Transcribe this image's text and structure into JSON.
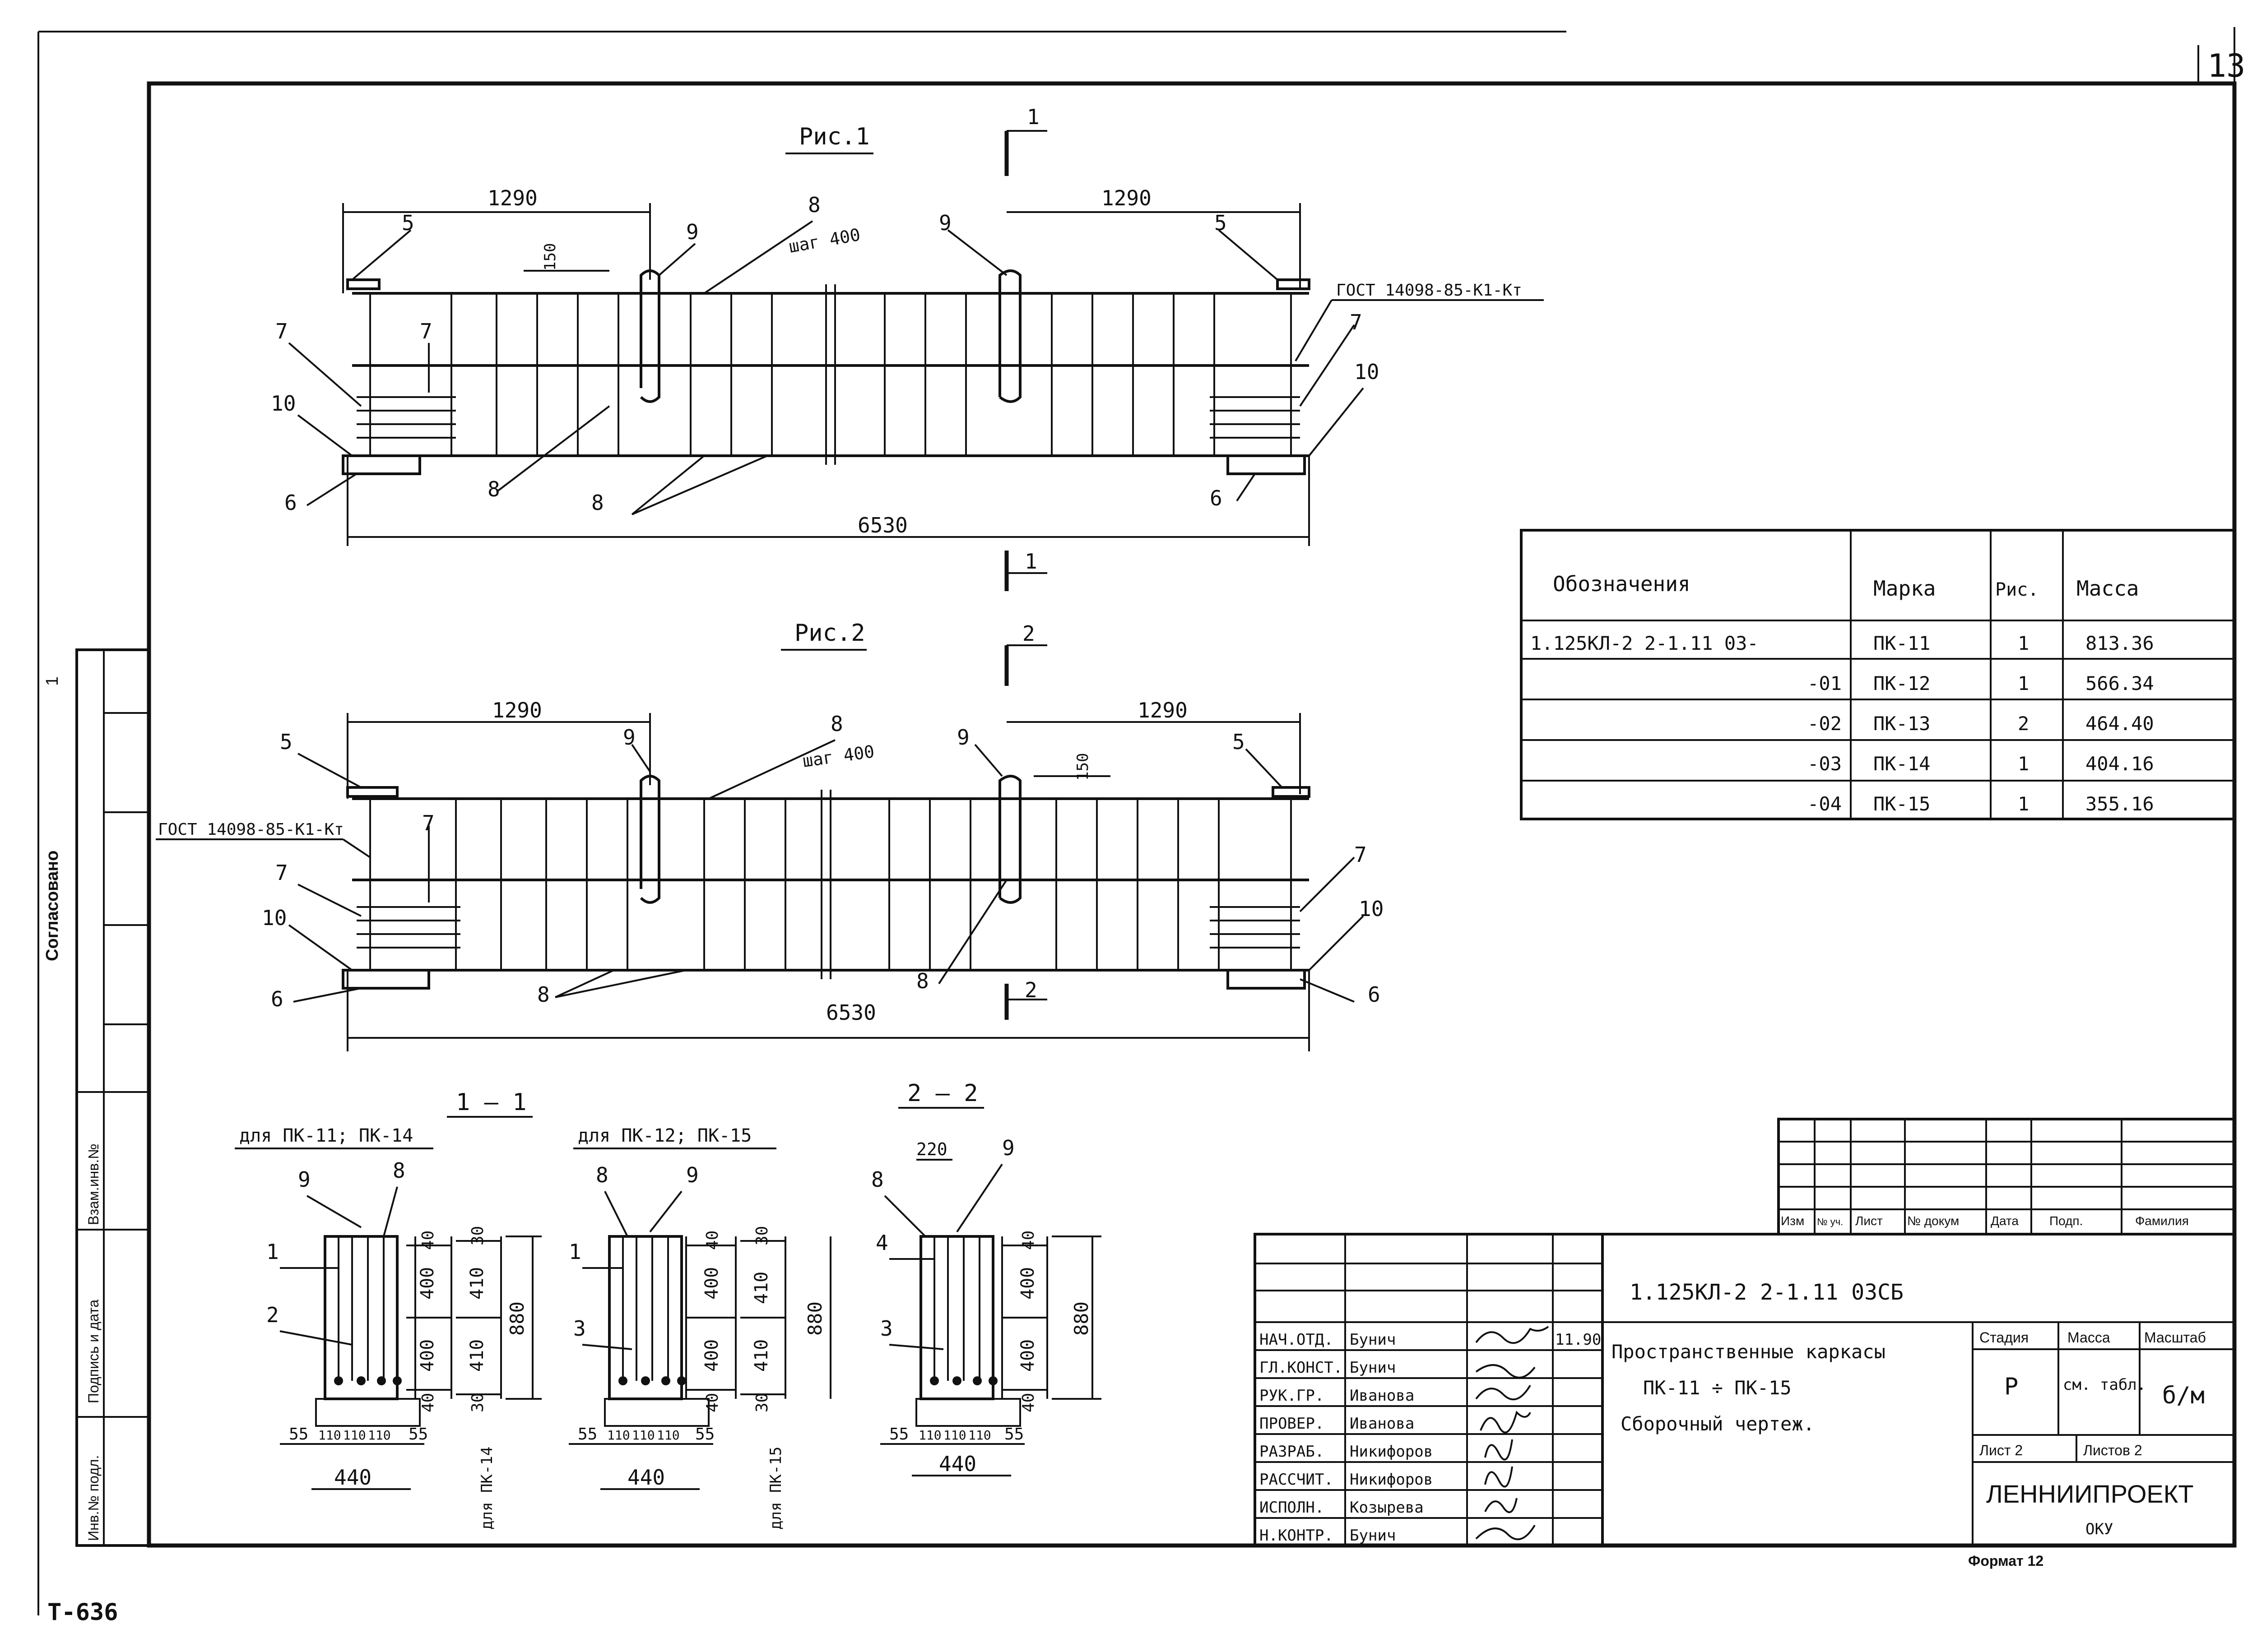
{
  "sheet": {
    "sheet_number": "13",
    "bottom_left_code": "T-636",
    "format_label": "Формат 12"
  },
  "side_stamp": {
    "agreed": "Согласовано",
    "agreed_mark": "1",
    "vzam_inv": "Взам.инв.№",
    "sign_date": "Подпись и дата",
    "inv_orig": "Инв.№ подл."
  },
  "fig1": {
    "title": "Рис.1",
    "section_top": "1",
    "section_bottom": "1",
    "dim_left": "1290",
    "dim_right": "1290",
    "dim_total": "6530",
    "dim_150": "150",
    "step": "шаг 400",
    "gost": "ГОСТ 14098-85-К1-Кт",
    "labels": [
      "5",
      "7",
      "7",
      "10",
      "6",
      "9",
      "8",
      "8",
      "8",
      "9",
      "5",
      "7",
      "10",
      "6"
    ]
  },
  "fig2": {
    "title": "Рис.2",
    "section_top": "2",
    "section_bottom": "2",
    "dim_left": "1290",
    "dim_right": "1290",
    "dim_total": "6530",
    "dim_150": "150",
    "step": "шаг 400",
    "gost": "ГОСТ 14098-85-К1-Кт",
    "labels": [
      "5",
      "7",
      "7",
      "10",
      "6",
      "9",
      "8",
      "8",
      "8",
      "9",
      "5",
      "7",
      "10",
      "6"
    ]
  },
  "sections": {
    "s11_title": "1 — 1",
    "s22_title": "2 — 2",
    "a_caption": "для ПК-11; ПК-14",
    "b_caption": "для ПК-12; ПК-15",
    "a_side_note": "для ПК-14",
    "b_side_note": "для ПК-15",
    "a": {
      "top_labels": [
        "9",
        "8"
      ],
      "left_labels": [
        "1",
        "2"
      ],
      "v_dims": [
        "40",
        "400",
        "400",
        "40"
      ],
      "v_dims2": [
        "30",
        "410",
        "410",
        "30"
      ],
      "total": "880",
      "bottom_dims": [
        "55",
        "110",
        "110",
        "110",
        "55"
      ],
      "width": "440"
    },
    "b": {
      "top_labels": [
        "8",
        "9"
      ],
      "left_labels": [
        "1",
        "3"
      ],
      "v_dims": [
        "40",
        "400",
        "400",
        "40"
      ],
      "v_dims2": [
        "30",
        "410",
        "410",
        "30"
      ],
      "total": "880",
      "bottom_dims": [
        "55",
        "110",
        "110",
        "110",
        "55"
      ],
      "width": "440"
    },
    "c": {
      "top_labels": [
        "220",
        "9",
        "8"
      ],
      "left_labels": [
        "4",
        "3"
      ],
      "v_dims": [
        "40",
        "400",
        "400",
        "40"
      ],
      "total": "880",
      "bottom_dims": [
        "55",
        "110",
        "110",
        "110",
        "55"
      ],
      "width": "440"
    }
  },
  "mass_table": {
    "headers": [
      "Обозначения",
      "Марка",
      "Рис.",
      "Масса"
    ],
    "rows": [
      [
        "1.125КЛ-2  2-1.11    03-",
        "ПК-11",
        "1",
        "813.36"
      ],
      [
        "-01",
        "ПК-12",
        "1",
        "566.34"
      ],
      [
        "-02",
        "ПК-13",
        "2",
        "464.40"
      ],
      [
        "-03",
        "ПК-14",
        "1",
        "404.16"
      ],
      [
        "-04",
        "ПК-15",
        "1",
        "355.16"
      ]
    ]
  },
  "title_block": {
    "rev_headers": [
      "Изм",
      "№ уч.",
      "Лист",
      "№ докум",
      "Дата",
      "Подп.",
      "Фамилия"
    ],
    "doc_code": "1.125КЛ-2        2-1.11           03СБ",
    "title_line1": "Пространственные каркасы",
    "title_line2": "ПК-11  ÷  ПК-15",
    "title_line3": "Сборочный  чертеж.",
    "stage_label": "Стадия",
    "mass_label": "Масса",
    "scale_label": "Масштаб",
    "stage_value": "Р",
    "mass_value": "см. табл.",
    "scale_value": "б/м",
    "sheet_label": "Лист 2",
    "sheets_label": "Листов 2",
    "org": "ЛЕННИИПРОЕКТ",
    "org_sub": "ОКУ",
    "date_value": "11.90",
    "signatures": [
      {
        "role": "НАЧ.ОТД.",
        "name": "Бунич"
      },
      {
        "role": "ГЛ.КОНСТ.",
        "name": "Бунич"
      },
      {
        "role": "РУК.ГР.",
        "name": "Иванова"
      },
      {
        "role": "ПРОВЕР.",
        "name": "Иванова"
      },
      {
        "role": "РАЗРАБ.",
        "name": "Никифоров"
      },
      {
        "role": "РАССЧИТ.",
        "name": "Никифоров"
      },
      {
        "role": "ИСПОЛН.",
        "name": "Козырева"
      },
      {
        "role": "Н.КОНТР.",
        "name": "Бунич"
      }
    ]
  }
}
